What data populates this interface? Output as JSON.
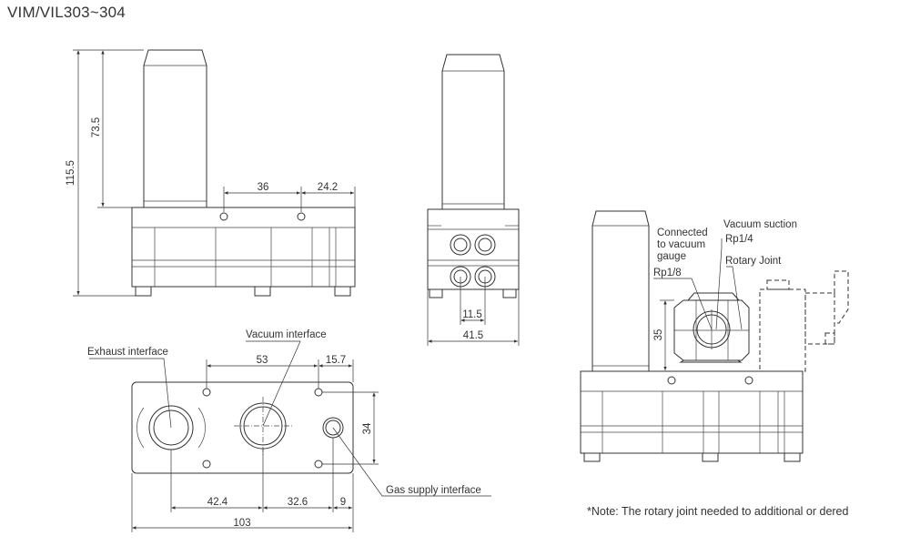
{
  "title": "VIM/VIL303~304",
  "note": "*Note: The rotary joint needed to additional or dered",
  "front_view": {
    "dim_total_height": "115.5",
    "dim_cylinder_height": "73.5",
    "dim_hole_spacing": "36",
    "dim_hole_edge": "24.2"
  },
  "side_view": {
    "dim_port_spacing": "11.5",
    "dim_width": "41.5"
  },
  "bottom_view": {
    "label_exhaust": "Exhaust interface",
    "label_vacuum": "Vacuum interface",
    "label_gas": "Gas supply interface",
    "dim_53": "53",
    "dim_15_7": "15.7",
    "dim_34": "34",
    "dim_42_4": "42.4",
    "dim_32_6": "32.6",
    "dim_9": "9",
    "dim_103": "103"
  },
  "right_view": {
    "label_connected_1": "Connected",
    "label_connected_2": "to vacuum",
    "label_connected_3": "gauge",
    "label_rp18": "Rp1/8",
    "label_vacuum_suction": "Vacuum suction",
    "label_rp14": "Rp1/4",
    "label_rotary_joint": "Rotary Joint",
    "dim_35": "35"
  }
}
